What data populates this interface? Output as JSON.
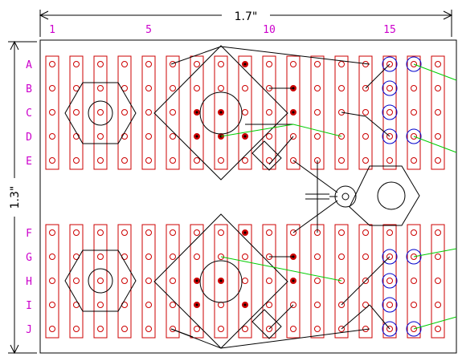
{
  "dimensions": {
    "width_label": "1.7\"",
    "height_label": "1.3\""
  },
  "column_labels": [
    "1",
    "5",
    "10",
    "15"
  ],
  "row_labels_top": [
    "A",
    "B",
    "C",
    "D",
    "E"
  ],
  "row_labels_bottom": [
    "F",
    "G",
    "H",
    "I",
    "J"
  ],
  "colors": {
    "label": "#cc00cc",
    "strip": "#cc0000",
    "hole": "#cc0000",
    "highlight": "#0000cc",
    "wire": "#00cc00",
    "outline": "#000000"
  }
}
